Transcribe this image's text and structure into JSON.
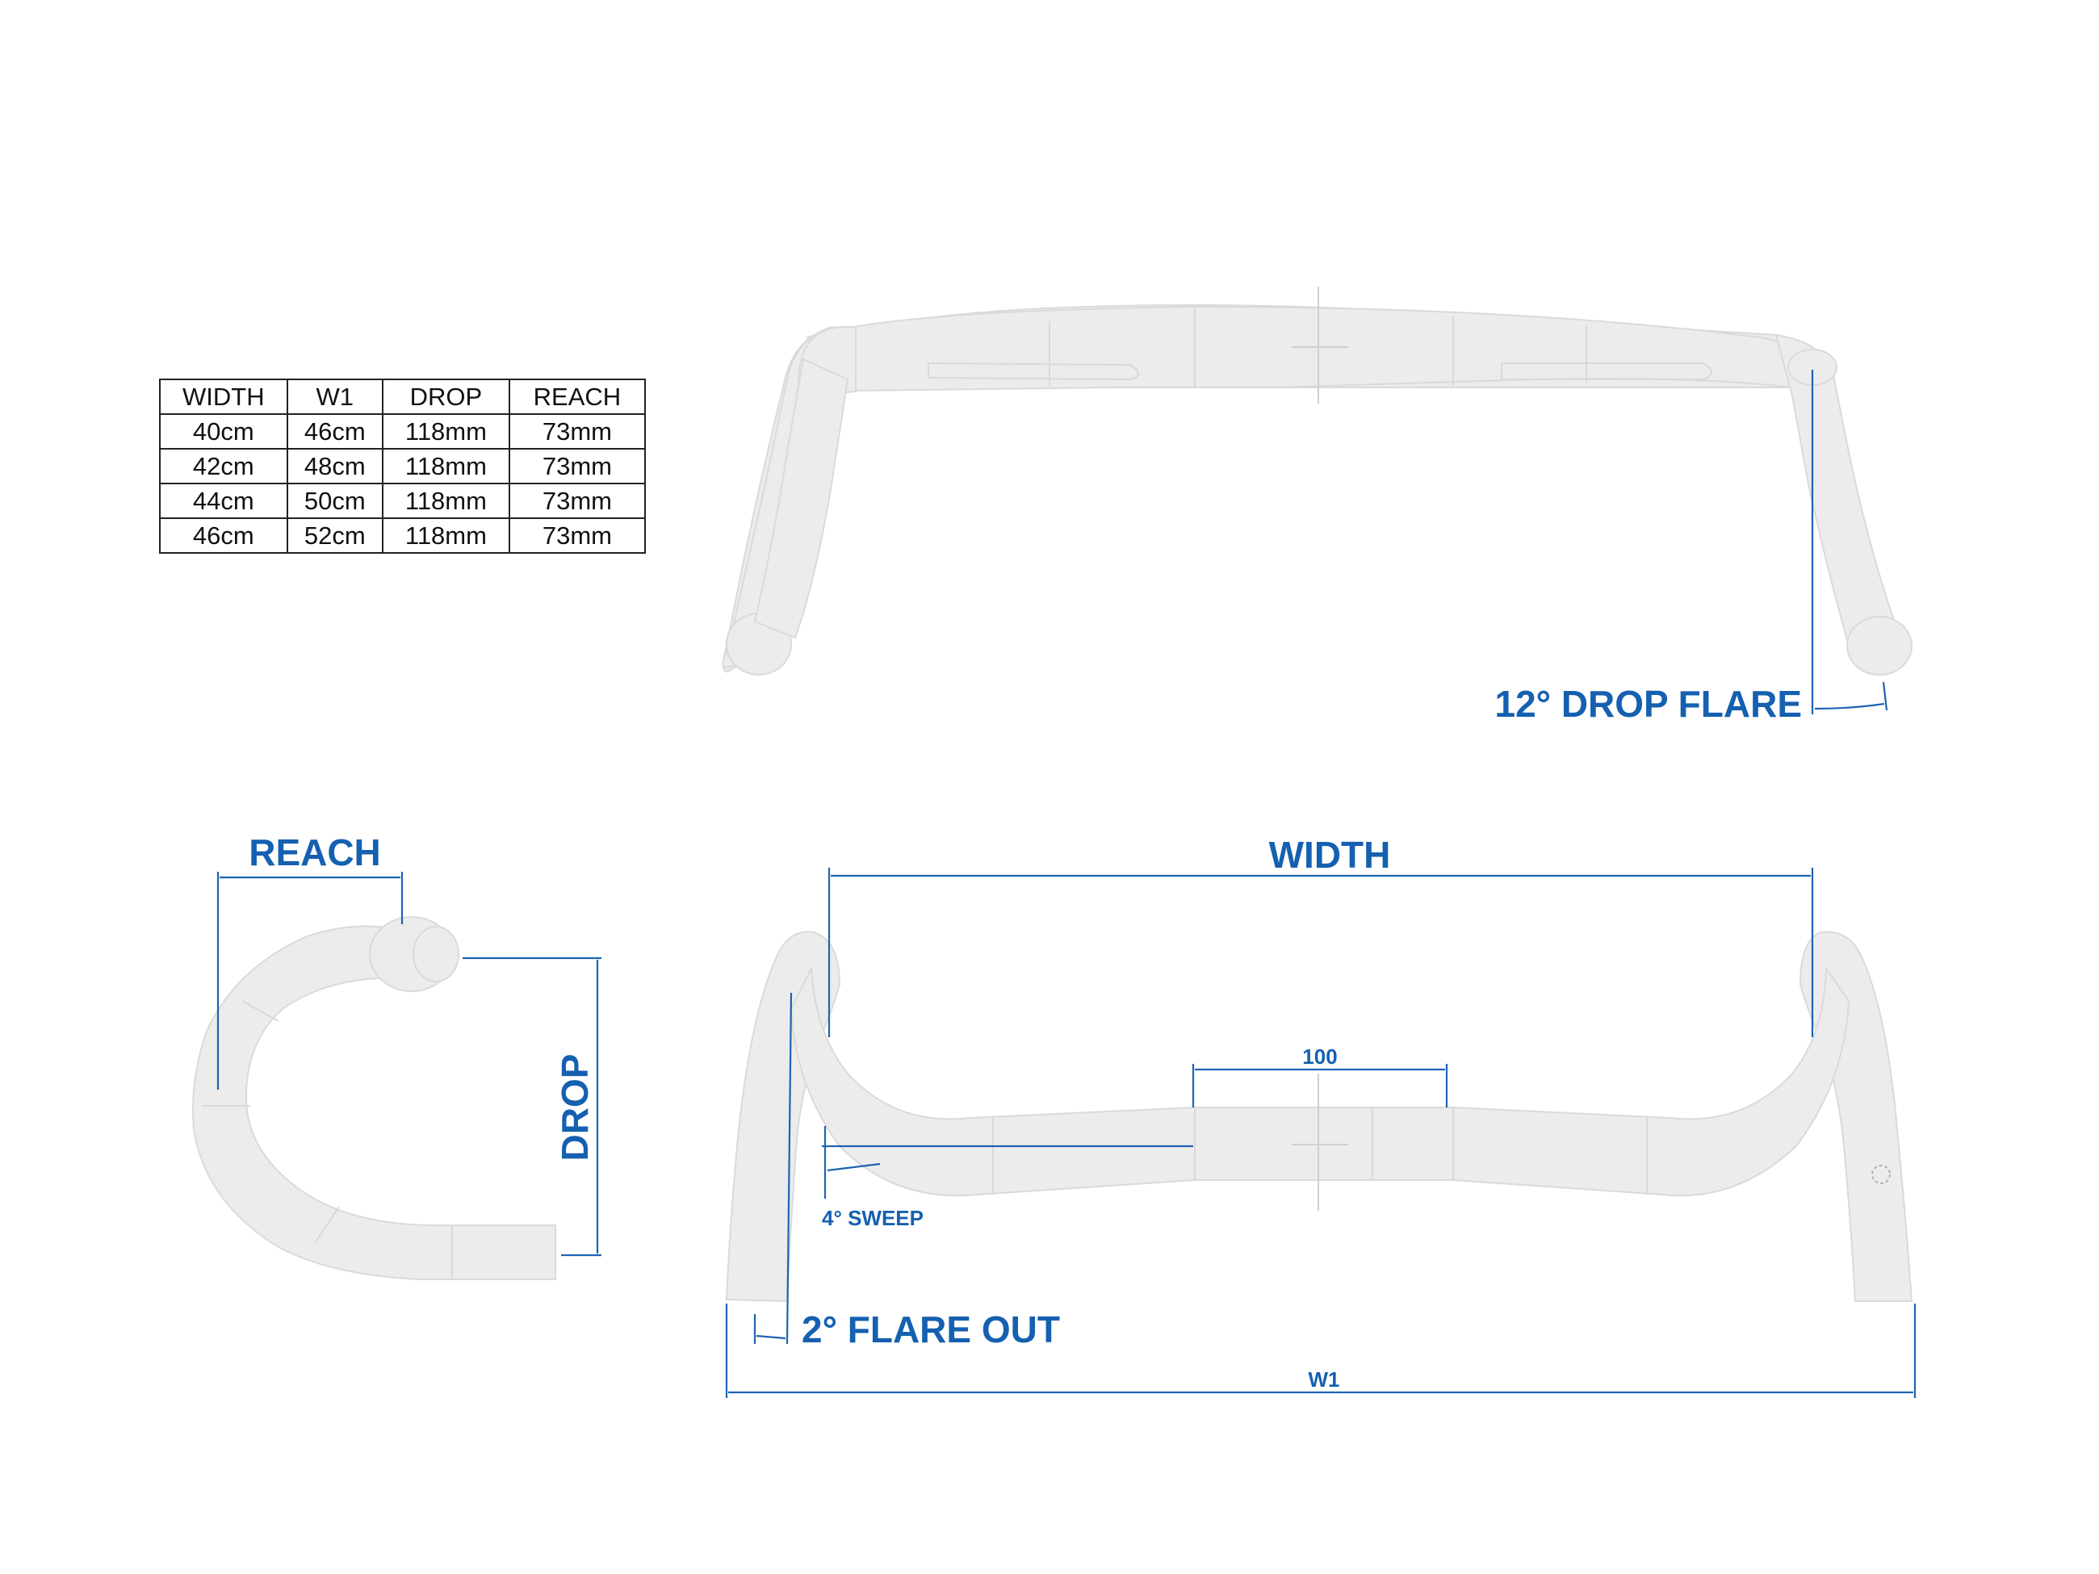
{
  "size_table": {
    "headers": [
      "WIDTH",
      "W1",
      "DROP",
      "REACH"
    ],
    "rows": [
      [
        "40cm",
        "46cm",
        "118mm",
        "73mm"
      ],
      [
        "42cm",
        "48cm",
        "118mm",
        "73mm"
      ],
      [
        "44cm",
        "50cm",
        "118mm",
        "73mm"
      ],
      [
        "46cm",
        "52cm",
        "118mm",
        "73mm"
      ]
    ]
  },
  "labels": {
    "drop_flare": "12° DROP FLARE",
    "reach": "REACH",
    "drop": "DROP",
    "width": "WIDTH",
    "center_width": "100",
    "sweep": "4° SWEEP",
    "flare_out": "2° FLARE OUT",
    "w1": "W1"
  },
  "colors": {
    "accent": "#1560b0",
    "bar_fill": "#ececec"
  }
}
